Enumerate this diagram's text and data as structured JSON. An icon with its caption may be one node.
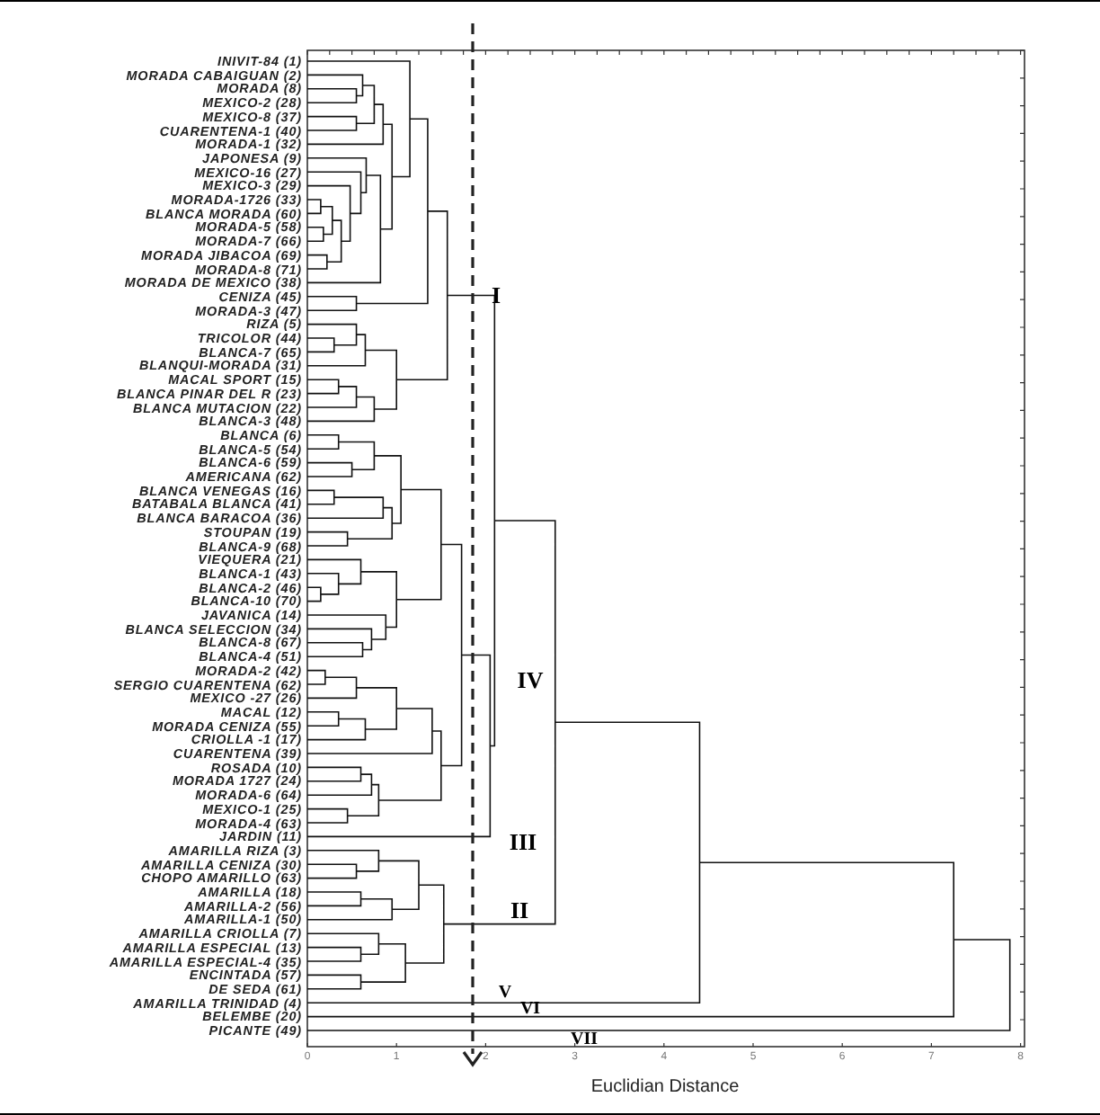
{
  "diagram": {
    "labels": [
      "INIVIT-84 (1)",
      "MORADA CABAIGUAN (2)",
      "MORADA (8)",
      "MEXICO-2 (28)",
      "MEXICO-8 (37)",
      "CUARENTENA-1 (40)",
      "MORADA-1 (32)",
      "JAPONESA (9)",
      "MEXICO-16 (27)",
      "MEXICO-3 (29)",
      "MORADA-1726 (33)",
      "BLANCA MORADA (60)",
      "MORADA-5 (58)",
      "MORADA-7 (66)",
      "MORADA JIBACOA (69)",
      "MORADA-8 (71)",
      "MORADA DE MEXICO (38)",
      "CENIZA (45)",
      "MORADA-3 (47)",
      "RIZA (5)",
      "TRICOLOR (44)",
      "BLANCA-7 (65)",
      "BLANQUI-MORADA (31)",
      "MACAL SPORT (15)",
      "BLANCA PINAR DEL R (23)",
      "BLANCA MUTACION (22)",
      "BLANCA-3 (48)",
      "BLANCA (6)",
      "BLANCA-5 (54)",
      "BLANCA-6 (59)",
      "AMERICANA (62)",
      "BLANCA VENEGAS (16)",
      "BATABALA BLANCA (41)",
      "BLANCA BARACOA (36)",
      "STOUPAN (19)",
      "BLANCA-9 (68)",
      "VIEQUERA (21)",
      "BLANCA-1 (43)",
      "BLANCA-2 (46)",
      "BLANCA-10 (70)",
      "JAVANICA (14)",
      "BLANCA SELECCION (34)",
      "BLANCA-8 (67)",
      "BLANCA-4 (51)",
      "MORADA-2 (42)",
      "SERGIO CUARENTENA (62)",
      "MEXICO -27 (26)",
      "MACAL (12)",
      "MORADA CENIZA (55)",
      "CRIOLLA -1 (17)",
      "CUARENTENA (39)",
      "ROSADA (10)",
      "MORADA 1727 (24)",
      "MORADA-6 (64)",
      "MEXICO-1 (25)",
      "MORADA-4 (63)",
      "JARDIN (11)",
      "AMARILLA RIZA (3)",
      "AMARILLA CENIZA (30)",
      "CHOPO AMARILLO (63)",
      "AMARILLA (18)",
      "AMARILLA-2 (56)",
      "AMARILLA-1 (50)",
      "AMARILLA CRIOLLA (7)",
      "AMARILLA ESPECIAL (13)",
      "AMARILLA ESPECIAL-4 (35)",
      "ENCINTADA (57)",
      "DE SEDA (61)",
      "AMARILLA TRINIDAD (4)",
      "BELEMBE (20)",
      "PICANTE (49)",
      "I",
      "IV",
      "III",
      "II",
      "V",
      "VI",
      "VII",
      "0",
      "1",
      "2",
      "3",
      "4",
      "5",
      "6",
      "7",
      "8",
      "Euclidian Distance"
    ]
  }
}
